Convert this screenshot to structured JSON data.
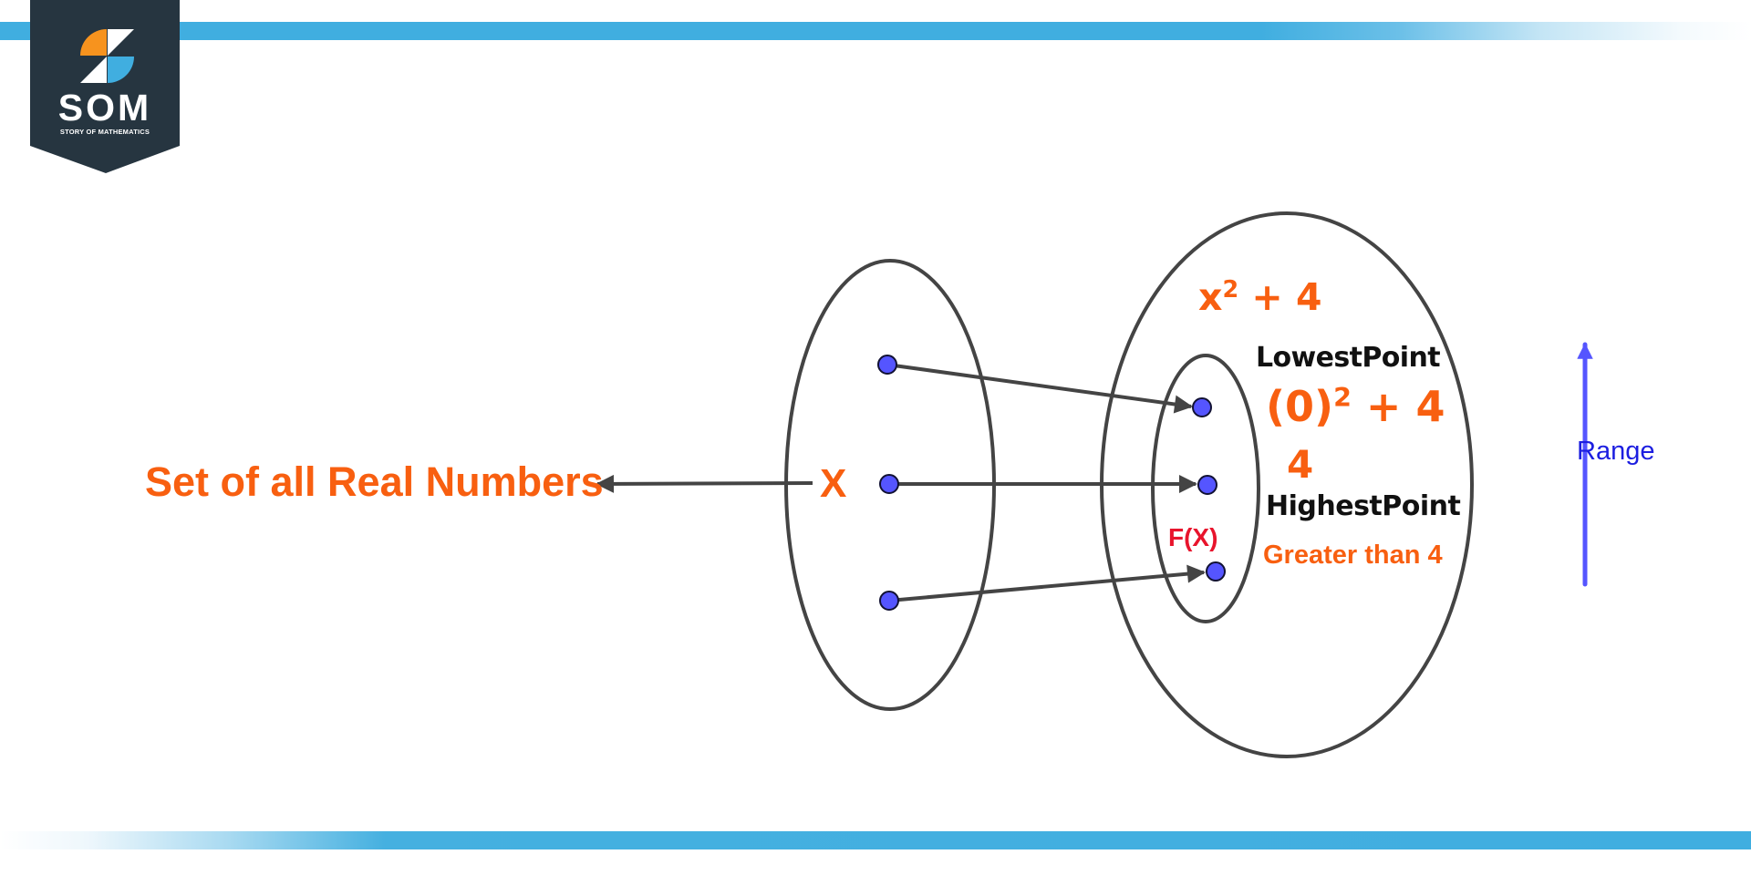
{
  "logo": {
    "title": "SOM",
    "subtitle": "STORY OF MATHEMATICS",
    "banner_color": "#263540",
    "icon_colors": {
      "orange": "#f7931e",
      "blue": "#40aee0",
      "white": "#ffffff"
    }
  },
  "decorations": {
    "top_bar_color": "#40aee0",
    "bottom_bar_color": "#40aee0"
  },
  "diagram": {
    "domain_set": {
      "label": "X",
      "caption": "Set of all Real Numbers",
      "point_count": 3
    },
    "codomain_set": {
      "function_expression": {
        "base": "x",
        "exponent": "2",
        "rest": " + 4"
      },
      "range_set": {
        "label": "F(X)",
        "point_count": 3
      },
      "lowest_point": {
        "heading": "LowestPoint",
        "expression": {
          "base": "(0)",
          "exponent": "2",
          "rest": " + 4"
        },
        "value": "4"
      },
      "highest_point": {
        "heading": "HighestPoint",
        "value": "Greater than 4"
      }
    },
    "range_arrow": {
      "label": "Range",
      "color": "#5555ff"
    },
    "mappings": [
      {
        "from": 1,
        "to": 1
      },
      {
        "from": 2,
        "to": 2
      },
      {
        "from": 3,
        "to": 3
      }
    ],
    "colors": {
      "accent_orange": "#f85f10",
      "function_red": "#e8142c",
      "heading_black": "#111111",
      "range_blue": "#1c1ee0",
      "point_fill": "#5555ff",
      "outline": "#444444"
    }
  }
}
